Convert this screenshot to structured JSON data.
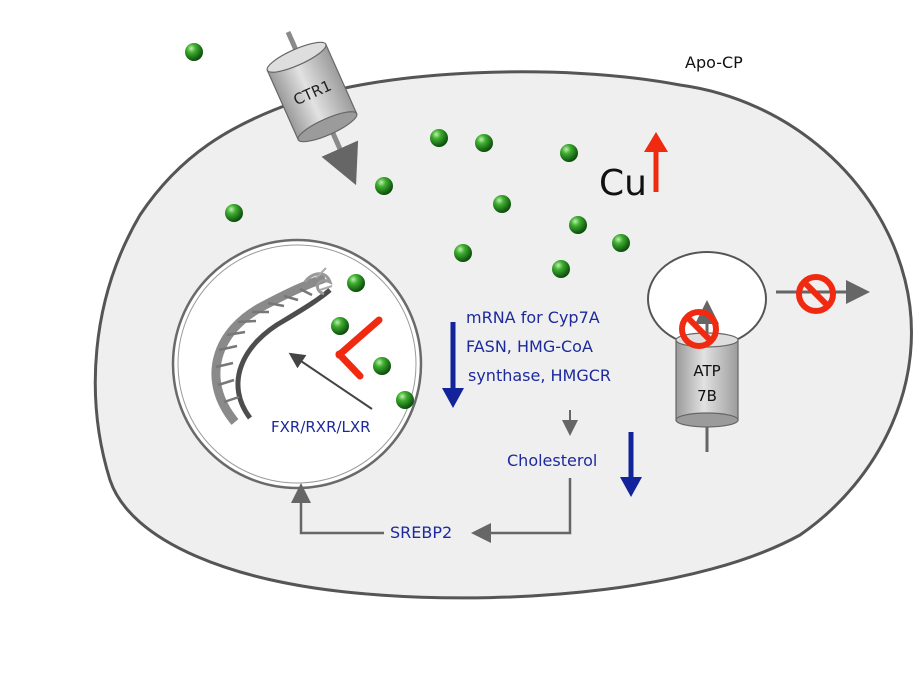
{
  "labels": {
    "apo_cp": "Apo-CP",
    "ctr1": "CTR1",
    "cu": "Cu",
    "fxr": "FXR/RXR/LXR",
    "mrna_line1": "mRNA for  Cyp7A",
    "mrna_line2": "FASN, HMG-CoA",
    "mrna_line3": "synthase, HMGCR",
    "cholesterol": "Cholesterol",
    "srebp2": "SREBP2",
    "atp_line1": "ATP",
    "atp_line2": "7B"
  },
  "colors": {
    "cell_fill": "#efefef",
    "membrane": "#555555",
    "copper_particle": "#1f8a1f",
    "text_blue": "#1c2a9c",
    "arrow_blue": "#13239a",
    "inhibit_red": "#f02a10",
    "arrow_gray": "#666666",
    "channel_gray": "#c8c8c8"
  },
  "icons": {
    "blocked": "no-entry-icon",
    "copper": "copper-ion-icon",
    "dna": "dna-helix-icon"
  }
}
